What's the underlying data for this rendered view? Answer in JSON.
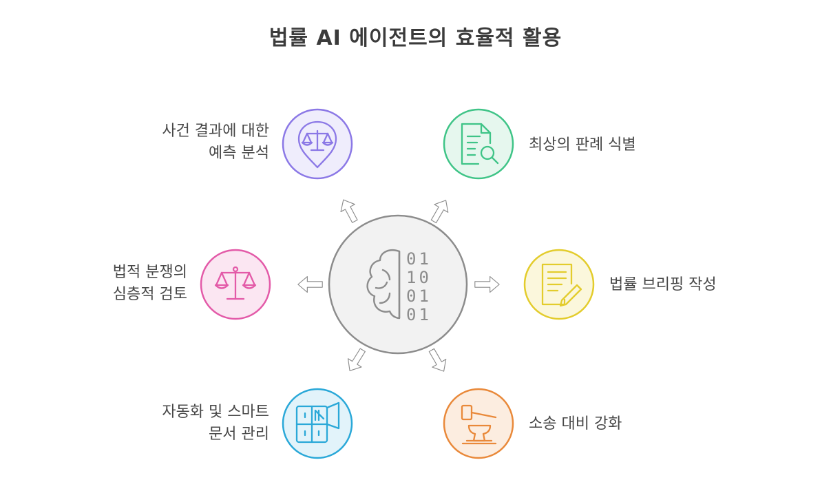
{
  "title": "법률 AI 에이전트의 효율적 활용",
  "center": {
    "icon": "brain-binary-icon",
    "binary": [
      "01",
      "10",
      "01",
      "01"
    ]
  },
  "items": [
    {
      "lines": [
        "사건 결과에 대한",
        "예측 분석"
      ],
      "icon": "scales-pin-icon",
      "color": "#8b78e6",
      "fill": "#efedfc"
    },
    {
      "lines": [
        "최상의 판례 식별"
      ],
      "icon": "document-search-icon",
      "color": "#3fc487",
      "fill": "#e6f7ee"
    },
    {
      "lines": [
        "법적 분쟁의",
        "심층적 검토"
      ],
      "icon": "scales-icon",
      "color": "#e35aa8",
      "fill": "#fbe6f2"
    },
    {
      "lines": [
        "법률 브리핑 작성"
      ],
      "icon": "document-pencil-icon",
      "color": "#e3cc2c",
      "fill": "#fbf7dc"
    },
    {
      "lines": [
        "자동화 및 스마트",
        "문서 관리"
      ],
      "icon": "filing-cabinet-icon",
      "color": "#2aa8d8",
      "fill": "#e2f3fa"
    },
    {
      "lines": [
        "소송 대비 강화"
      ],
      "icon": "gavel-anvil-icon",
      "color": "#e9893a",
      "fill": "#fcede0"
    }
  ]
}
